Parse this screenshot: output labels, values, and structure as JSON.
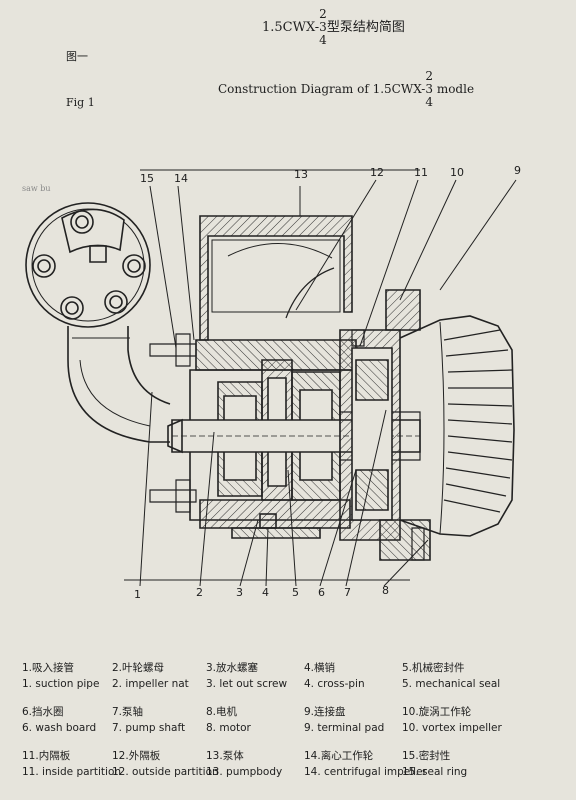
{
  "header": {
    "cn_prefix": "1.5CWX-",
    "frac_top": "2",
    "frac_mid": "3",
    "frac_bot": "4",
    "cn_suffix": "型泵结构简图",
    "fig_cn": "图一",
    "fig_en": "Fig 1",
    "en_prefix": "Construction  Diagram  of  1.5CWX-",
    "en_suffix": "modle"
  },
  "stamp_text": "saw bu",
  "callouts": [
    "1",
    "2",
    "3",
    "4",
    "5",
    "6",
    "7",
    "8",
    "9",
    "10",
    "11",
    "12",
    "13",
    "14",
    "15"
  ],
  "legend": [
    {
      "num": "1",
      "cn": "吸入接管",
      "en": "suction pipe"
    },
    {
      "num": "2",
      "cn": "叶轮螺母",
      "en": "impeller nat"
    },
    {
      "num": "3",
      "cn": "放水螺塞",
      "en": "let out screw"
    },
    {
      "num": "4",
      "cn": "横销",
      "en": "cross-pin"
    },
    {
      "num": "5",
      "cn": "机械密封件",
      "en": "mechanical seal"
    },
    {
      "num": "6",
      "cn": "挡水圈",
      "en": "wash board"
    },
    {
      "num": "7",
      "cn": "泵轴",
      "en": "pump shaft"
    },
    {
      "num": "8",
      "cn": "电机",
      "en": "motor"
    },
    {
      "num": "9",
      "cn": "连接盘",
      "en": "terminal pad"
    },
    {
      "num": "10",
      "cn": "旋涡工作轮",
      "en": "vortex impeller"
    },
    {
      "num": "11",
      "cn": "内隔板",
      "en": "inside partition"
    },
    {
      "num": "12",
      "cn": "外隔板",
      "en": "outside partition"
    },
    {
      "num": "13",
      "cn": "泵体",
      "en": "pumpbody"
    },
    {
      "num": "14",
      "cn": "离心工作轮",
      "en": "centrifugal impeller"
    },
    {
      "num": "15",
      "cn": "密封性",
      "en": "seal ring"
    }
  ]
}
